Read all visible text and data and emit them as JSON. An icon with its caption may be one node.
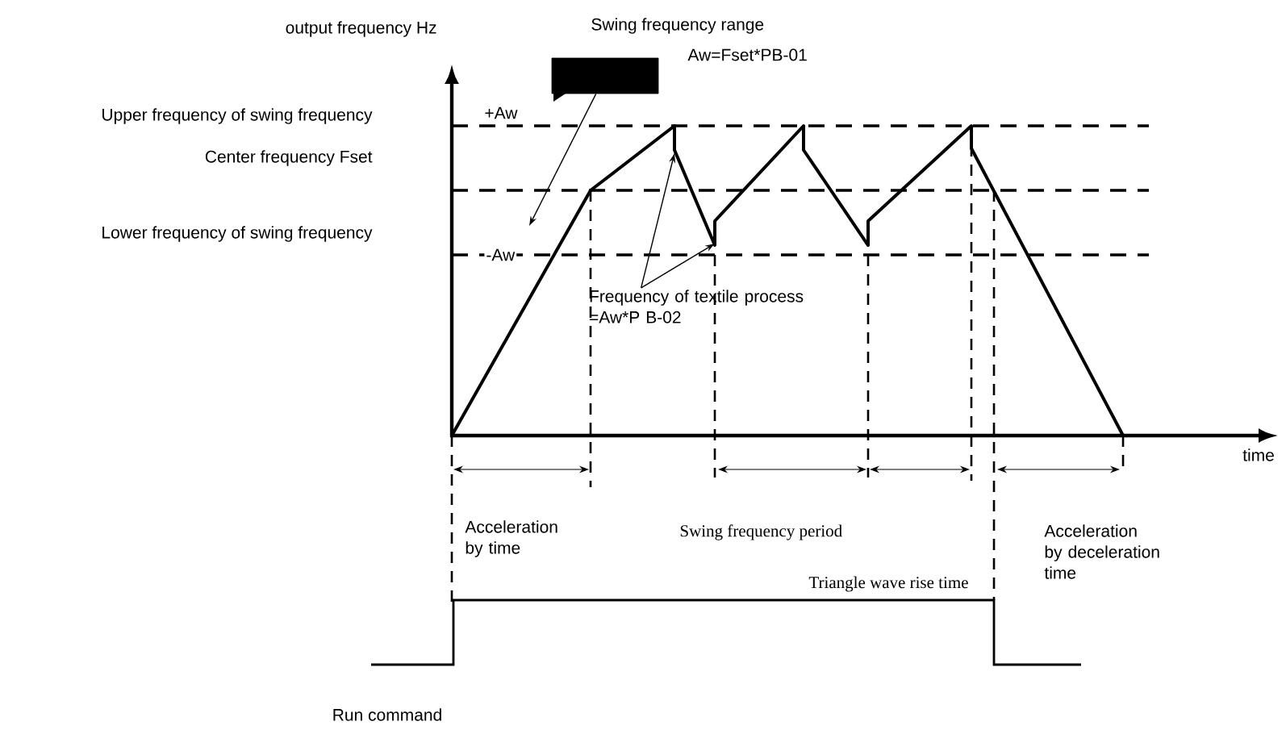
{
  "diagram": {
    "nodes": [
      {
        "text": [],
        "shape": "box"
      },
      {
        "text": [
          "Frequency of textile process =Aw*P B-02"
        ]
      }
    ],
    "edges": [
      {
        "from": 0,
        "to": null,
        "arrow": "to"
      },
      {
        "from": 1,
        "to": null,
        "arrow": "to"
      },
      {
        "from": 1,
        "to": null,
        "arrow": "to"
      }
    ],
    "labels": [
      "output frequency Hz",
      "Swing frequency range",
      "Aw=Fset*PB-01",
      "Upper frequency of swing frequency",
      "+Aw",
      "Center frequency Fset",
      "Lower frequency of swing frequency",
      "-Aw",
      "time",
      "Acceleration by time",
      "Swing frequency period",
      "Acceleration by deceleration time",
      "Triangle wave rise time",
      "Run command"
    ]
  }
}
